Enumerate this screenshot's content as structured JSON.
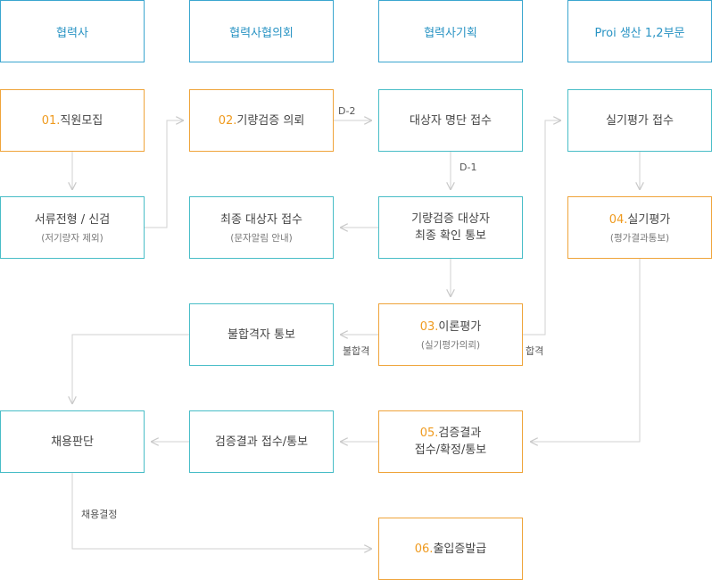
{
  "headers": [
    "협력사",
    "협력사협의회",
    "협력사기획",
    "Proi 생산 1,2부문"
  ],
  "steps": {
    "s01": {
      "num": "01.",
      "label": "직원모집"
    },
    "s02": {
      "num": "02.",
      "label": "기량검증 의뢰"
    },
    "s03": {
      "num": "03.",
      "label": "이론평가",
      "sub": "(실기평가의뢰)"
    },
    "s04": {
      "num": "04.",
      "label": "실기평가",
      "sub": "(평가결과통보)"
    },
    "s05": {
      "num": "05.",
      "label": "검증결과",
      "label2": "접수/확정/통보"
    },
    "s06": {
      "num": "06.",
      "label": "출입증발급"
    }
  },
  "boxes": {
    "screening": {
      "label": "서류전형 / 신검",
      "sub": "(저기량자 제외)"
    },
    "target_list": {
      "label": "대상자 명단 접수"
    },
    "final_target": {
      "label": "최종 대상자 접수",
      "sub": "(문자알림 안내)"
    },
    "skill_confirm": {
      "line1": "기량검증 대상자",
      "line2": "최종 확인 통보"
    },
    "practical_recv": {
      "label": "실기평가 접수"
    },
    "fail_notice": {
      "label": "불합격자 통보"
    },
    "hire_decision": {
      "label": "채용판단"
    },
    "result_recv": {
      "label": "검증결과 접수/통보"
    }
  },
  "edge_labels": {
    "d2": "D-2",
    "d1": "D-1",
    "fail": "불합격",
    "pass": "합격",
    "hire": "채용결정"
  },
  "colors": {
    "header_border": "#3aa6cf",
    "box_border": "#48bdc7",
    "step_border": "#efa43a",
    "step_number": "#ef9a1e",
    "arrow": "#cfcfcf"
  }
}
